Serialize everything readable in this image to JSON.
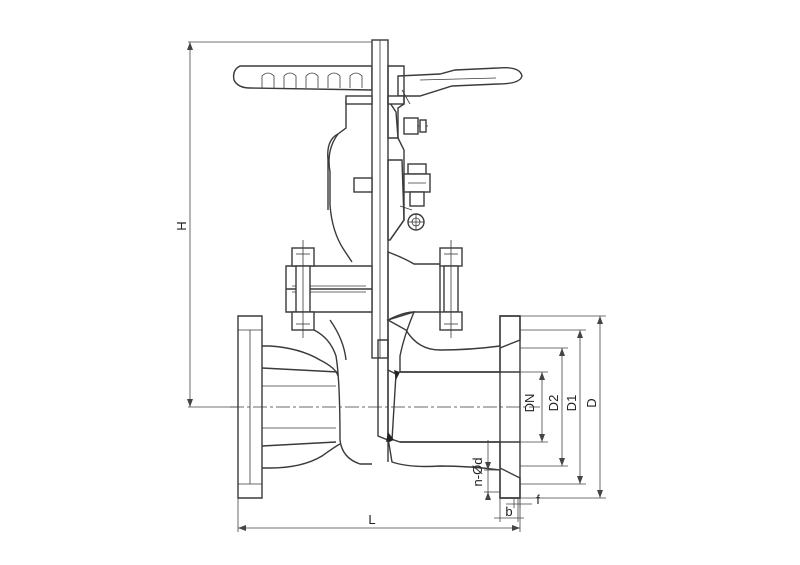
{
  "diagram": {
    "dimension_labels": {
      "height": "H",
      "length": "L",
      "nominal_diameter": "DN",
      "d2": "D2",
      "d1": "D1",
      "d": "D",
      "bolt_holes": "n-Ød",
      "flange_thickness": "b",
      "raised_face": "f"
    }
  }
}
